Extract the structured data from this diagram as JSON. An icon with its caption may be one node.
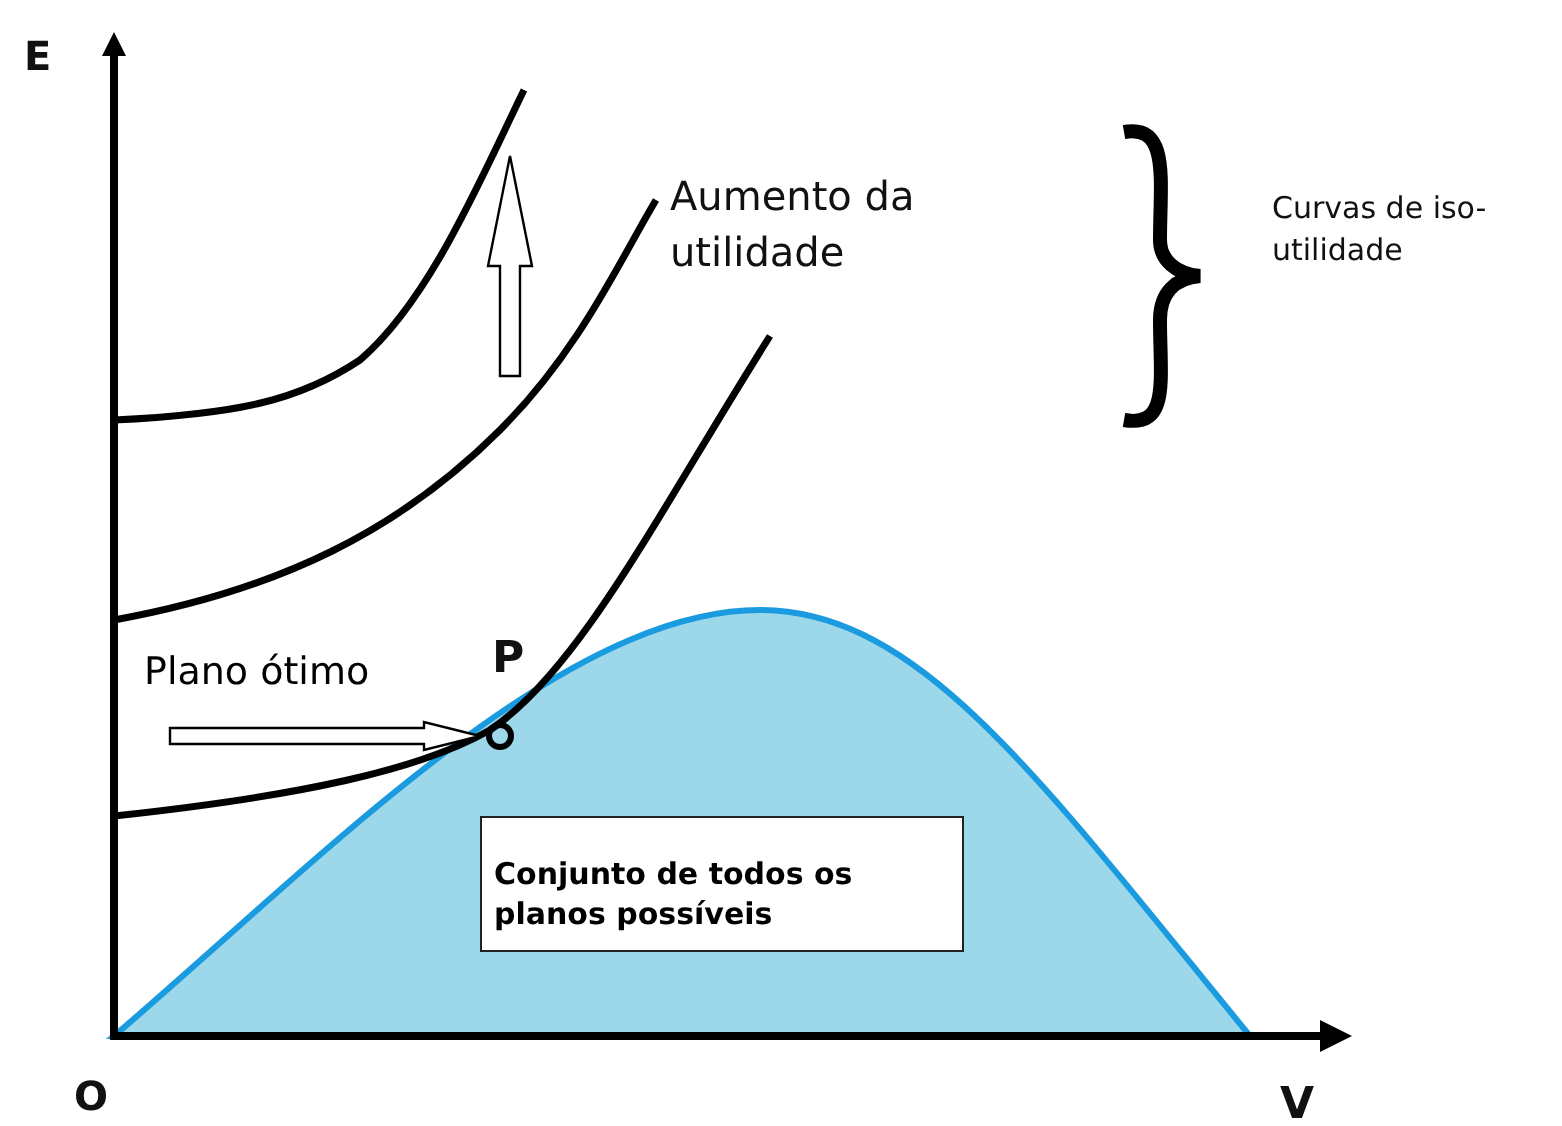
{
  "diagram": {
    "nodes": [
      {
        "text": [
          "Plano ótimo"
        ]
      },
      {
        "text": [],
        "shape": "circle",
        "beside": [
          "P"
        ]
      },
      {
        "text": [
          "Conjunto de todos os planos possíveis"
        ]
      }
    ],
    "edges": [
      {
        "from": 0,
        "to": 1,
        "arrow": "to"
      }
    ],
    "labels": [
      "E",
      "Aumento da utilidade",
      "Curvas de iso-utilidade",
      "O",
      "V"
    ]
  }
}
